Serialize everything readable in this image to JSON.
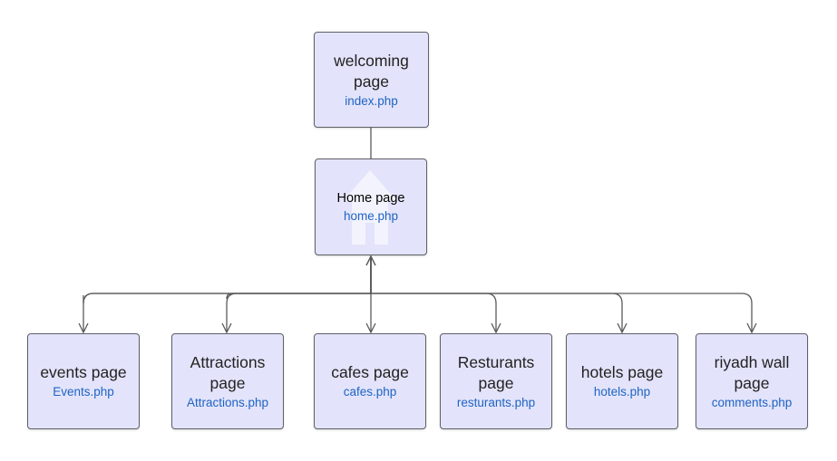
{
  "diagram": {
    "welcome": {
      "title": "welcoming page",
      "file": "index.php"
    },
    "home": {
      "title": "Home page",
      "file": "home.php",
      "icon": "house-icon"
    },
    "children": [
      {
        "title": "events page",
        "file": "Events.php"
      },
      {
        "title": "Attractions page",
        "file": "Attractions.php"
      },
      {
        "title": "cafes page",
        "file": "cafes.php"
      },
      {
        "title": "Resturants page",
        "file": "resturants.php"
      },
      {
        "title": "hotels page",
        "file": "hotels.php"
      },
      {
        "title": "riyadh wall page",
        "file": "comments.php"
      }
    ],
    "colors": {
      "node_fill": "#e3e4fb",
      "node_border": "#5f6068",
      "link_text": "#1f63c3",
      "connector": "#5a5a5a"
    }
  }
}
